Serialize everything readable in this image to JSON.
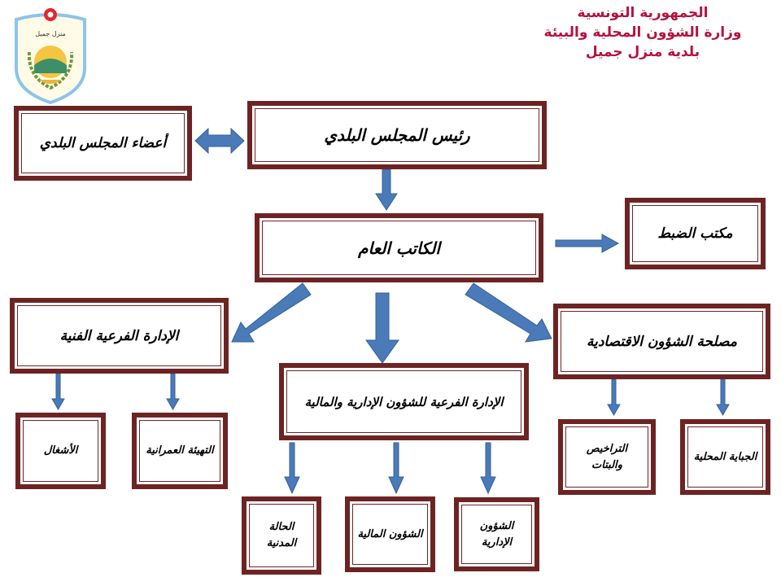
{
  "header": {
    "line1": "الجمهورية التونسية",
    "line2": "وزارة الشؤون المحلية والبيئة",
    "line3": "بلدية منزل جميل"
  },
  "logo": {
    "text": "منزل جميل"
  },
  "boxes": {
    "president": "رئيس المجلس البلدي",
    "members": "أعضاء المجلس البلدي",
    "secretary_general": "الكاتب العام",
    "registry_office": "مكتب الضبط",
    "technical_subdirectorate": "الإدارة الفرعية  الفنية",
    "admin_finance_subdirectorate": "الإدارة الفرعية للشؤون الإدارية والمالية",
    "economic_service": "مصلحة الشؤون الاقتصادية",
    "works": "الأشغال",
    "urban_planning": "التهيئة العمرانية",
    "civil_status": "الحالة المدنية",
    "financial_affairs": "الشؤون المالية",
    "administrative_affairs": "الشؤون الإدارية",
    "licenses": "التراخيص والبتات",
    "local_taxation": "الجباية المحلية"
  },
  "colors": {
    "border": "#6e2323",
    "arrow": "#4a7ab8",
    "header": "#b5123d"
  }
}
